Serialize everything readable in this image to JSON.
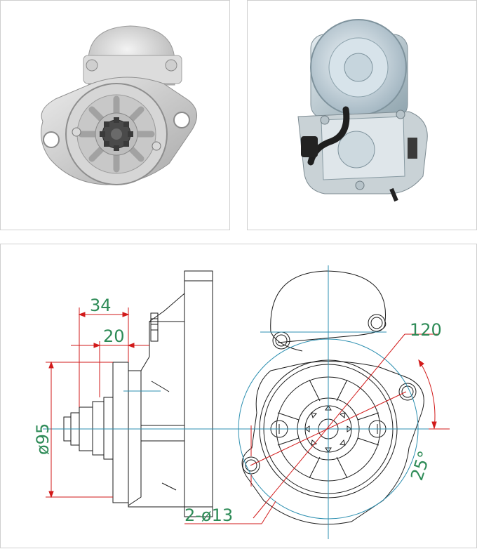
{
  "photos": [
    {
      "view": "front (flange and pinion)"
    },
    {
      "view": "rear (solenoid and terminals)"
    }
  ],
  "drawing": {
    "dimensions": {
      "d34": "34",
      "d20": "20",
      "d95": "ø95",
      "d120": "120",
      "holes": "2-ø13",
      "angle": "25°"
    },
    "colors": {
      "outline": "#1a1a1a",
      "dimension": "#d21a1a",
      "centerline": "#2c8fb0",
      "text": "#2e8b57"
    }
  }
}
